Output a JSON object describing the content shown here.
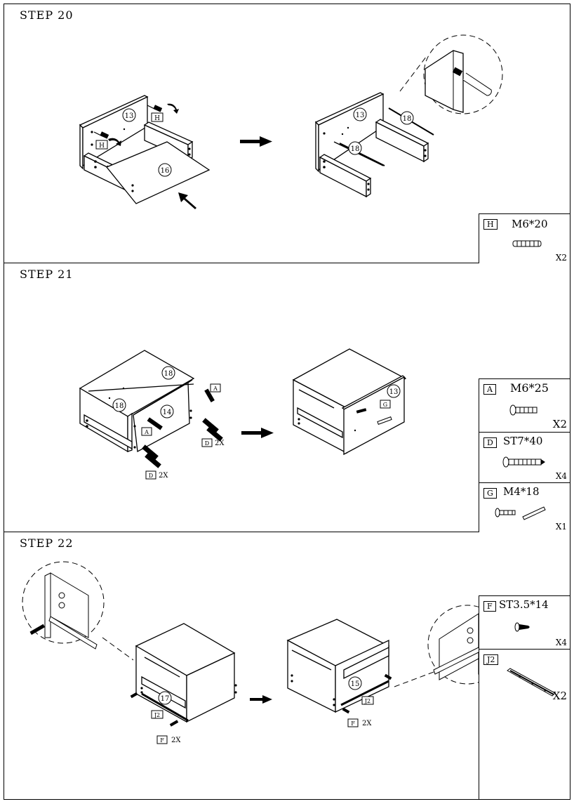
{
  "steps": [
    {
      "title": "STEP 20",
      "callouts": [
        "13",
        "16",
        "13",
        "18",
        "18"
      ],
      "tags": [
        "H",
        "H"
      ],
      "parts": [
        {
          "code": "H",
          "name": "M6*20",
          "qty": "X2",
          "icon": "dowel-icon"
        }
      ]
    },
    {
      "title": "STEP 21",
      "callouts": [
        "18",
        "18",
        "14",
        "13"
      ],
      "tags": [
        "A",
        "A",
        "D",
        "D",
        "G"
      ],
      "counts": [
        "2X",
        "2X"
      ],
      "parts": [
        {
          "code": "A",
          "name": "M6*25",
          "qty": "X2",
          "icon": "bolt-icon"
        },
        {
          "code": "D",
          "name": "ST7*40",
          "qty": "X4",
          "icon": "long-screw-icon"
        },
        {
          "code": "G",
          "name": "M4*18",
          "qty": "X1",
          "icon": "screw-and-key-icon"
        }
      ]
    },
    {
      "title": "STEP 22",
      "callouts": [
        "17",
        "15"
      ],
      "tags": [
        "J2",
        "F",
        "J2",
        "F"
      ],
      "counts": [
        "2X",
        "2X"
      ],
      "parts": [
        {
          "code": "F",
          "name": "ST3.5*14",
          "qty": "X4",
          "icon": "small-screw-icon"
        },
        {
          "code": "J2",
          "name": "",
          "qty": "X2",
          "icon": "drawer-slide-icon"
        }
      ]
    }
  ]
}
